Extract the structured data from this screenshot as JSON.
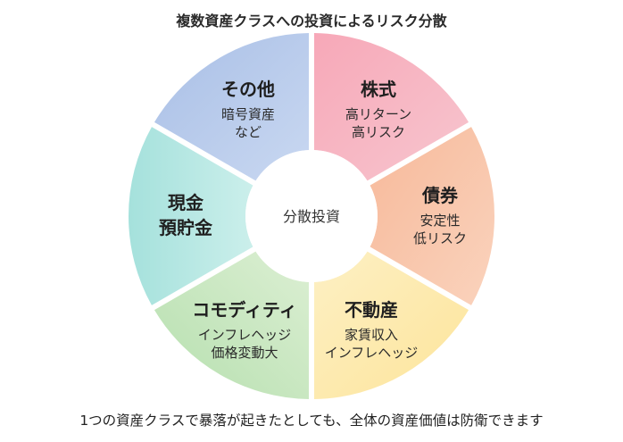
{
  "title": "複数資産クラスへの投資によるリスク分散",
  "center_label": "分散投資",
  "segments": [
    {
      "id": "stocks",
      "title": "株式",
      "sub1": "高リターン",
      "sub2": "高リスク",
      "colors": [
        "#f7a8b8",
        "#f7c6cf"
      ]
    },
    {
      "id": "bonds",
      "title": "債券",
      "sub1": "安定性",
      "sub2": "低リスク",
      "colors": [
        "#f7b99a",
        "#fad3bd"
      ]
    },
    {
      "id": "realestate",
      "title": "不動産",
      "sub1": "家賃収入",
      "sub2": "インフレヘッジ",
      "colors": [
        "#fde49a",
        "#fdf0c4"
      ]
    },
    {
      "id": "commodity",
      "title": "コモディティ",
      "sub1": "インフレヘッジ",
      "sub2": "価格変動大",
      "colors": [
        "#b5dfae",
        "#dcefd3"
      ]
    },
    {
      "id": "cash",
      "title": "現金",
      "sub1": "預貯金",
      "sub2": "",
      "colors": [
        "#a5e1dc",
        "#cbefeb"
      ]
    },
    {
      "id": "other",
      "title": "その他",
      "sub1": "暗号資産",
      "sub2": "など",
      "colors": [
        "#a9bfe6",
        "#c9d8f1"
      ]
    }
  ],
  "footer": "1つの資産クラスで暴落が起きたとしても、全体の資産価値は防衛できます"
}
